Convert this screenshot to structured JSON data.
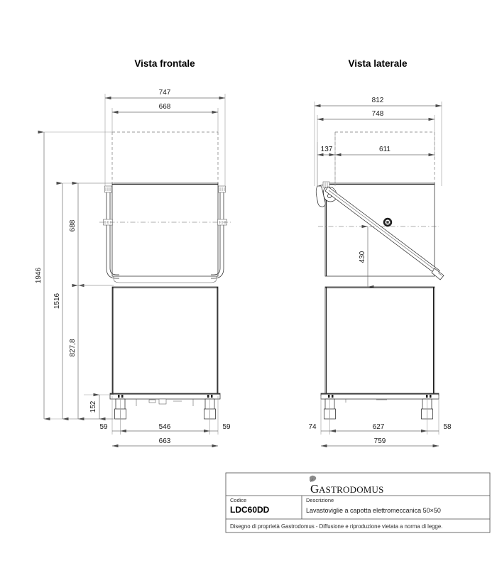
{
  "views": {
    "front": {
      "title": "Vista frontale",
      "dimensions": {
        "overall_width_outer": "747",
        "overall_width_inner": "668",
        "overall_height": "1946",
        "height_to_hood_base": "1516",
        "hood_height": "688",
        "cabinet_height": "827,8",
        "foot_height": "152",
        "base_left_offset": "59",
        "base_span": "546",
        "base_right_offset": "59",
        "base_total": "663"
      }
    },
    "side": {
      "title": "Vista laterale",
      "dimensions": {
        "overall_depth_outer": "812",
        "overall_depth_inner": "748",
        "front_offset": "137",
        "hood_depth": "611",
        "lever_height": "430",
        "base_left_offset": "74",
        "base_span": "627",
        "base_right_offset": "58",
        "base_total": "759"
      }
    }
  },
  "title_block": {
    "logo": {
      "initial": "G",
      "rest": "ASTRODOMUS"
    },
    "code_label": "Codice",
    "code_value": "LDC60DD",
    "description_label": "Descrizione",
    "description_value": "Lavastoviglie a capotta elettromeccanica 50×50",
    "footer_note": "Disegno di proprietà Gastrodomus - Diffusione e riproduzione vietata a norma di legge."
  },
  "colors": {
    "outline": "#1a1a1a",
    "dimension": "#6e6e6e",
    "hidden": "#777777",
    "text": "#1a1a1a",
    "background": "#ffffff"
  }
}
